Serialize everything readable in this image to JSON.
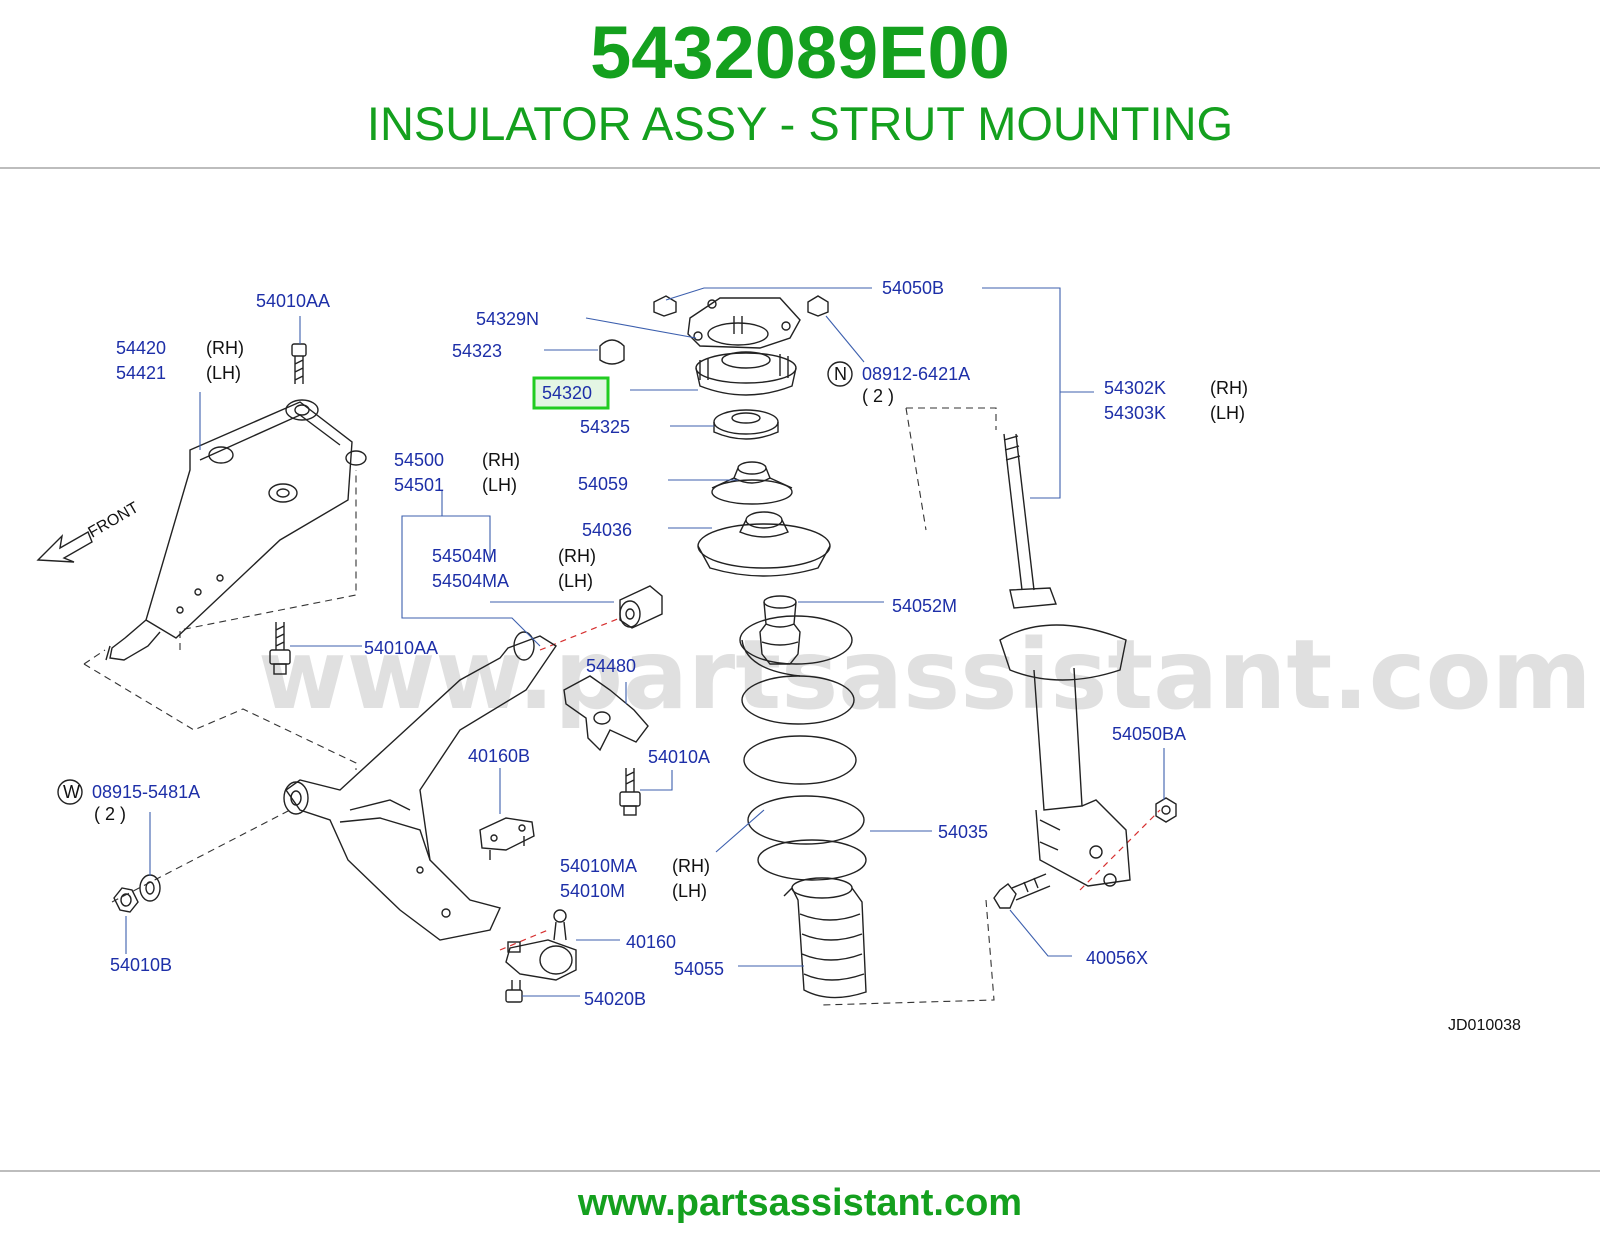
{
  "header": {
    "part_number": "5432089E00",
    "description": "INSULATOR ASSY - STRUT MOUNTING"
  },
  "diagram": {
    "watermark": "www.partsassistant.com",
    "front_label": "FRONT",
    "diagram_code": "JD010038",
    "highlight_color": "#22cc22",
    "labels": {
      "p54010AA_top": "54010AA",
      "p54420": "54420",
      "p54420_side": "(RH)",
      "p54421": "54421",
      "p54421_side": "(LH)",
      "p54329N": "54329N",
      "p54323": "54323",
      "p54320": "54320",
      "p54325": "54325",
      "p54050B": "54050B",
      "n_circle": "N",
      "p08912": "08912-6421A",
      "p08912_qty": "( 2 )",
      "p54302K": "54302K",
      "p54302K_side": "(RH)",
      "p54303K": "54303K",
      "p54303K_side": "(LH)",
      "p54500": "54500",
      "p54500_side": "(RH)",
      "p54501": "54501",
      "p54501_side": "(LH)",
      "p54059": "54059",
      "p54036": "54036",
      "p54504M": "54504M",
      "p54504M_side": "(RH)",
      "p54504MA": "54504MA",
      "p54504MA_side": "(LH)",
      "p54052M": "54052M",
      "p54010AA_mid": "54010AA",
      "p54480": "54480",
      "p54050BA": "54050BA",
      "p54010A": "54010A",
      "p40160B": "40160B",
      "w_circle": "W",
      "p08915": "08915-5481A",
      "p08915_qty": "( 2 )",
      "p54035": "54035",
      "p54010MA": "54010MA",
      "p54010MA_side": "(RH)",
      "p54010M": "54010M",
      "p54010M_side": "(LH)",
      "p54010B": "54010B",
      "p40160": "40160",
      "p54055": "54055",
      "p40056X": "40056X",
      "p54020B": "54020B"
    }
  },
  "footer": {
    "url": "www.partsassistant.com"
  }
}
